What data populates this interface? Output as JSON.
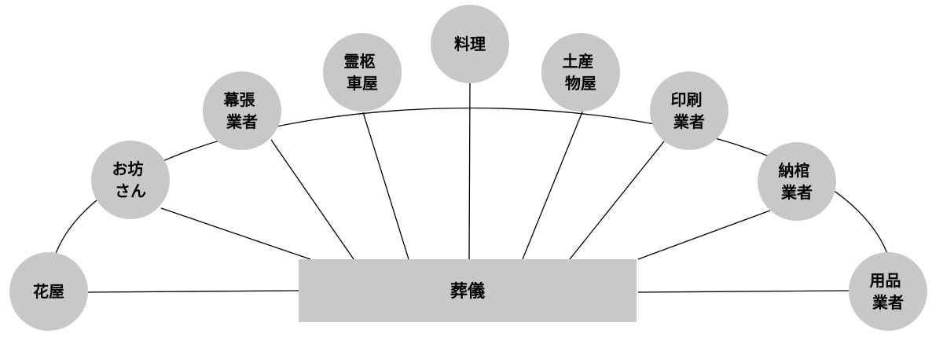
{
  "diagram": {
    "center": {
      "label": "葬儀"
    },
    "nodes": [
      {
        "id": "hanaya",
        "lines": [
          "花屋"
        ]
      },
      {
        "id": "obousan",
        "lines": [
          "お坊",
          "さん"
        ]
      },
      {
        "id": "makubari",
        "lines": [
          "幕張",
          "業者"
        ]
      },
      {
        "id": "reikyusha",
        "lines": [
          "霊柩",
          "車屋"
        ]
      },
      {
        "id": "ryori",
        "lines": [
          "料理"
        ]
      },
      {
        "id": "miyage",
        "lines": [
          "土産",
          "物屋"
        ]
      },
      {
        "id": "insatsu",
        "lines": [
          "印刷",
          "業者"
        ]
      },
      {
        "id": "nokan",
        "lines": [
          "納棺",
          "業者"
        ]
      },
      {
        "id": "yohin",
        "lines": [
          "用品",
          "業者"
        ]
      }
    ],
    "colors": {
      "node_fill": "#c8c8c8",
      "center_fill": "#c8c8c8",
      "line": "#000000",
      "text": "#000000"
    }
  }
}
